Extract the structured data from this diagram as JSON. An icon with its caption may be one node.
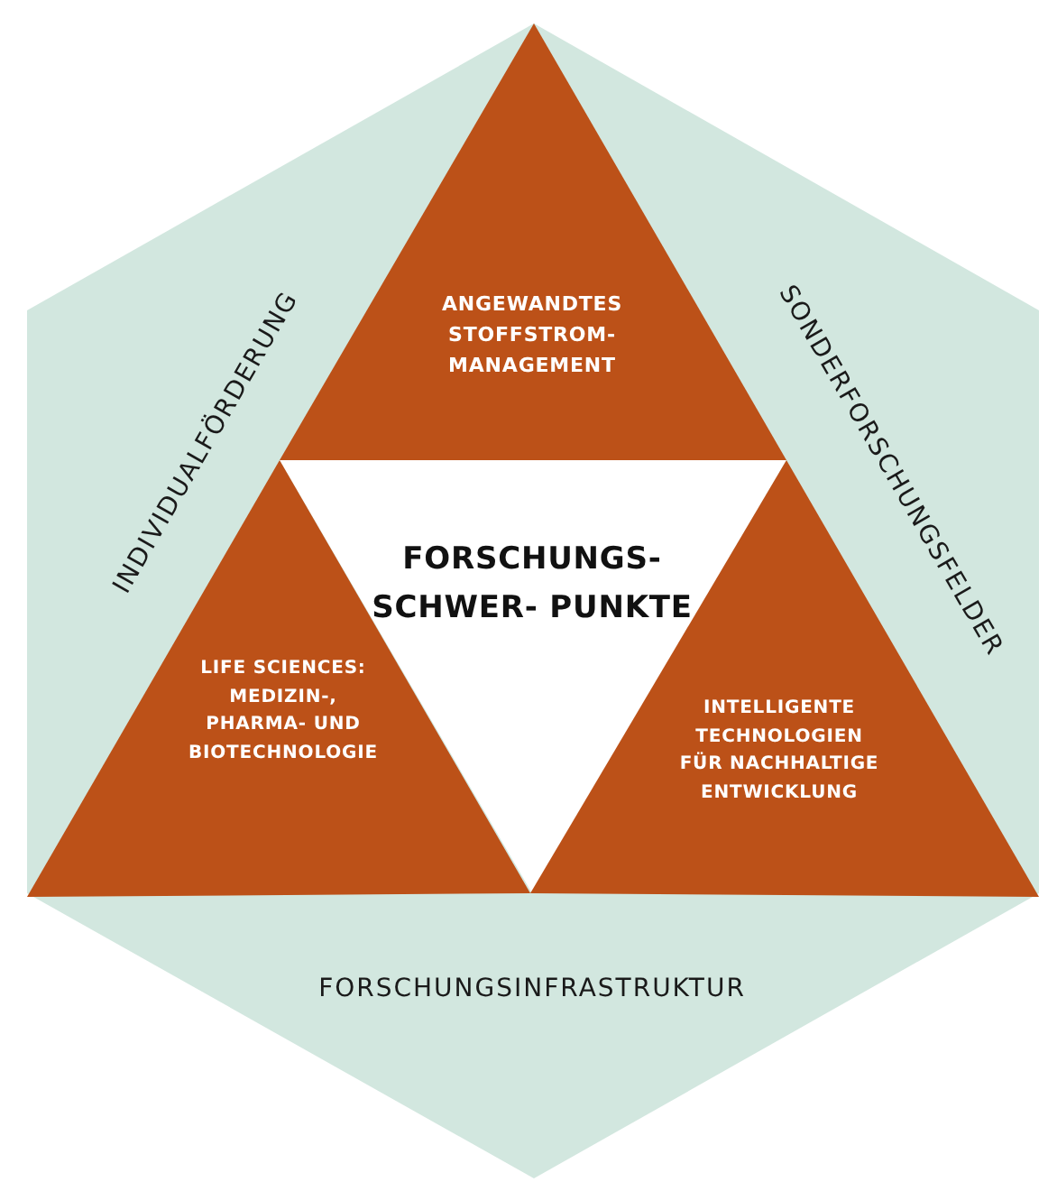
{
  "diagram": {
    "nodes": [
      {
        "text": [
          "INDIVIDUALFÖRDERUNG",
          "SONDERFORSCHUNGSFELDER",
          "FORSCHUNGSINFRASTRUKTUR"
        ]
      },
      {
        "text": [
          "ANGEWANDTES STOFFSTROM- MANAGEMENT"
        ],
        "in": 0
      },
      {
        "text": [
          "FORSCHUNGS- SCHWER- PUNKTE"
        ],
        "in": 0
      },
      {
        "text": [
          "LIFE SCIENCES: MEDIZIN-, PHARMA- UND BIOTECHNOLOGIE"
        ],
        "in": 0
      },
      {
        "text": [
          "INTELLIGENTE TECHNOLOGIEN FÜR NACHHALTIGE ENTWICKLUNG"
        ],
        "in": 0
      }
    ],
    "edges": []
  }
}
